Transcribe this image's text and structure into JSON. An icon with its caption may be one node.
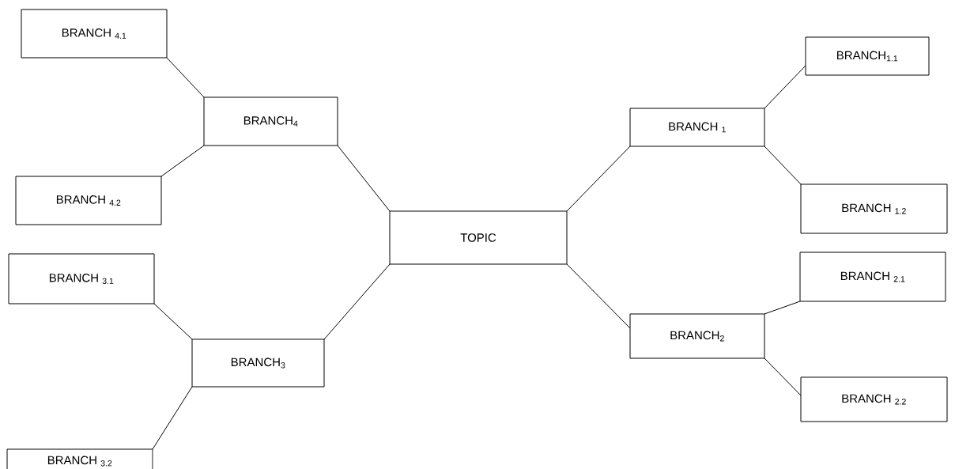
{
  "diagram": {
    "nodes": [
      {
        "text": [
          "TOPIC"
        ]
      },
      {
        "text": [
          "BRANCH $_{1}$"
        ]
      },
      {
        "text": [
          "BRANCH$_{1.1}$"
        ]
      },
      {
        "text": [
          "BRANCH $_{1.2}$"
        ]
      },
      {
        "text": [
          "BRANCH$_{2}$"
        ]
      },
      {
        "text": [
          "BRANCH $_{2.1}$"
        ]
      },
      {
        "text": [
          "BRANCH $_{2.2}$"
        ]
      },
      {
        "text": [
          "BRANCH$_{3}$"
        ]
      },
      {
        "text": [
          "BRANCH $_{3.1}$"
        ]
      },
      {
        "text": [
          "BRANCH $_{3.2}$"
        ]
      },
      {
        "text": [
          "BRANCH$_{4}$"
        ]
      },
      {
        "text": [
          "BRANCH $_{4.1}$"
        ]
      },
      {
        "text": [
          "BRANCH $_{4.2}$"
        ]
      }
    ],
    "edges": [
      {
        "from": 0,
        "to": 1,
        "arrow": "none"
      },
      {
        "from": 1,
        "to": 2,
        "arrow": "none"
      },
      {
        "from": 1,
        "to": 3,
        "arrow": "none"
      },
      {
        "from": 0,
        "to": 4,
        "arrow": "none"
      },
      {
        "from": 4,
        "to": 5,
        "arrow": "none"
      },
      {
        "from": 4,
        "to": 6,
        "arrow": "none"
      },
      {
        "from": 0,
        "to": 7,
        "arrow": "none"
      },
      {
        "from": 7,
        "to": 8,
        "arrow": "none"
      },
      {
        "from": 7,
        "to": 9,
        "arrow": "none"
      },
      {
        "from": 0,
        "to": 10,
        "arrow": "none"
      },
      {
        "from": 10,
        "to": 11,
        "arrow": "none"
      },
      {
        "from": 10,
        "to": 12,
        "arrow": "none"
      }
    ]
  }
}
